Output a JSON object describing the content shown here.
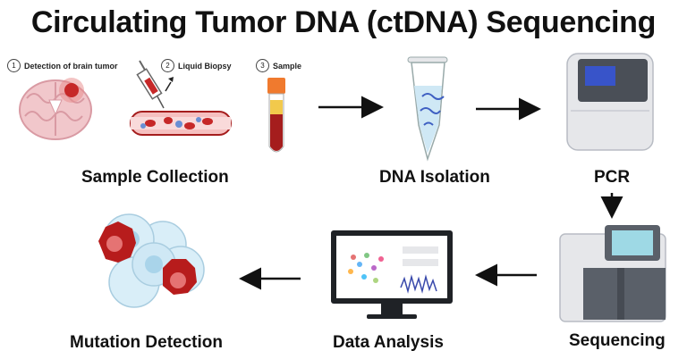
{
  "title": "Circulating Tumor DNA (ctDNA) Sequencing",
  "steps": [
    {
      "num": "1",
      "label": "Detection of brain tumor"
    },
    {
      "num": "2",
      "label": "Liquid Biopsy"
    },
    {
      "num": "3",
      "label": "Sample"
    }
  ],
  "stages": {
    "sample_collection": "Sample Collection",
    "dna_isolation": "DNA Isolation",
    "pcr": "PCR",
    "sequencing": "Sequencing",
    "data_analysis": "Data Analysis",
    "mutation_detection": "Mutation Detection"
  },
  "colors": {
    "tumor_red": "#c62828",
    "brain_pink": "#f1c7cb",
    "blood_red": "#a51d1d",
    "cell_blue": "#cfe8f5",
    "machine_gray": "#e6e7ea"
  }
}
